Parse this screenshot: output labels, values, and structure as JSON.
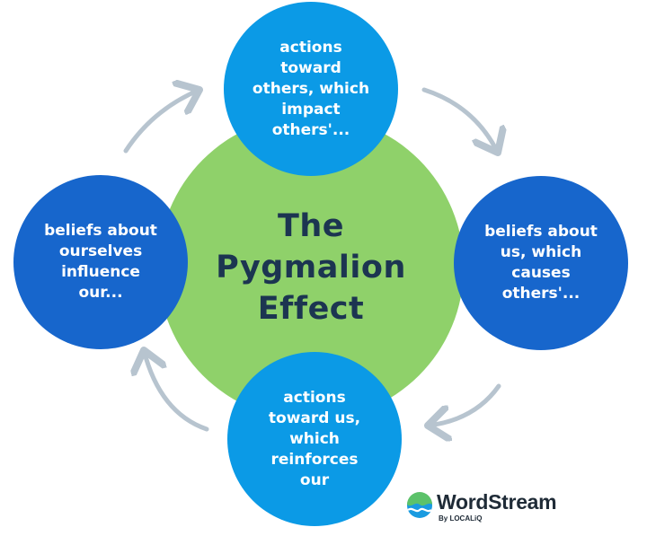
{
  "diagram": {
    "title": "The\nPygmalion\nEffect",
    "nodes": {
      "top": "actions\ntoward\nothers, which\nimpact\nothers'...",
      "right": "beliefs about\nus, which\ncauses\nothers'...",
      "bottom": "actions\ntoward us,\nwhich\nreinforces\nour",
      "left": "beliefs about\nourselves\ninfluence\nour..."
    },
    "colors": {
      "center": "#8fd16a",
      "light_blue": "#0b9ae6",
      "dark_blue": "#1766cc",
      "title_text": "#1c3551",
      "arrow": "#b7c4cf"
    }
  },
  "logo": {
    "name": "WordStream",
    "sub": "By LOCALiQ"
  }
}
